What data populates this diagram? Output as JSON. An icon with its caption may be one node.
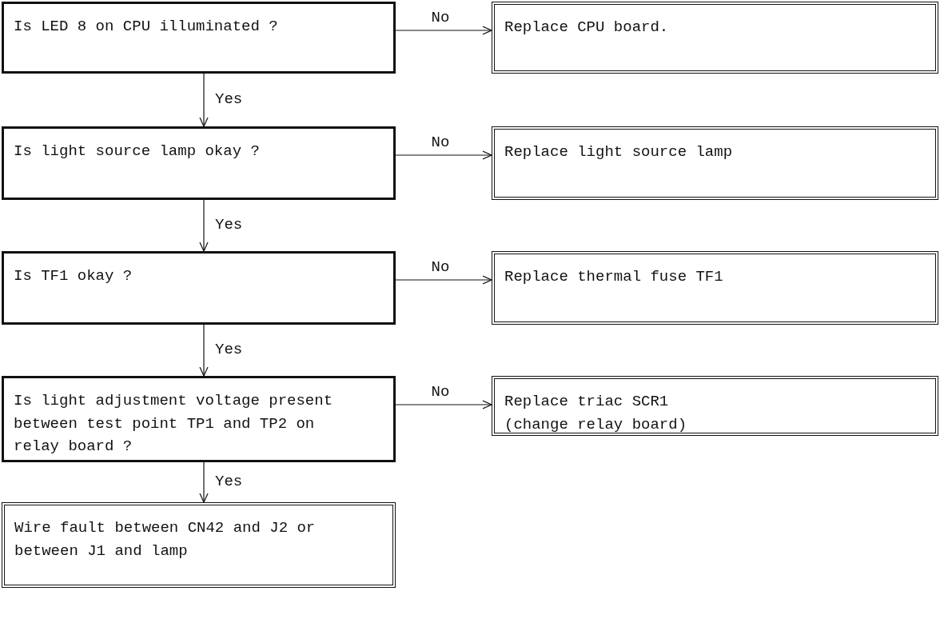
{
  "diagram": {
    "nodes": [
      {
        "text": [
          "Is LED 8 on CPU illuminated ?"
        ]
      },
      {
        "text": [
          "Replace CPU board."
        ]
      },
      {
        "text": [
          "Is light source lamp okay ?"
        ]
      },
      {
        "text": [
          "Replace light source lamp"
        ]
      },
      {
        "text": [
          "Is TF1 okay ?"
        ]
      },
      {
        "text": [
          "Replace thermal fuse TF1"
        ]
      },
      {
        "text": [
          "Is light adjustment voltage present between test point TP1 and TP2 on relay board ?"
        ]
      },
      {
        "text": [
          "Replace triac SCR1",
          "(change relay board)"
        ]
      },
      {
        "text": [
          "Wire fault between CN42 and J2 or between J1 and lamp"
        ]
      }
    ],
    "edges": [
      {
        "from": 0,
        "to": 1,
        "arrow": "to",
        "label": "No"
      },
      {
        "from": 0,
        "to": 2,
        "arrow": "to",
        "label": "Yes"
      },
      {
        "from": 2,
        "to": 3,
        "arrow": "to",
        "label": "No"
      },
      {
        "from": 2,
        "to": 4,
        "arrow": "to",
        "label": "Yes"
      },
      {
        "from": 4,
        "to": 5,
        "arrow": "to",
        "label": "No"
      },
      {
        "from": 4,
        "to": 6,
        "arrow": "to",
        "label": "Yes"
      },
      {
        "from": 6,
        "to": 7,
        "arrow": "to",
        "label": "No"
      },
      {
        "from": 6,
        "to": 8,
        "arrow": "to",
        "label": "Yes"
      }
    ]
  }
}
